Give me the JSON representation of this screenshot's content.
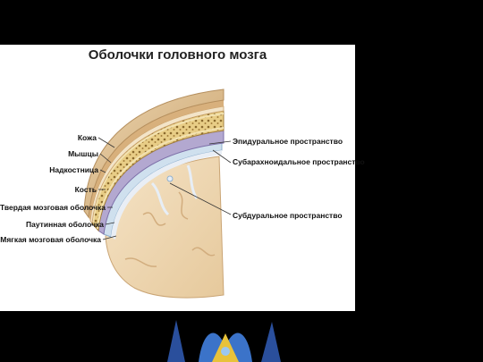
{
  "title": "Оболочки головного мозга",
  "left_labels": [
    "Кожа",
    "Мышцы",
    "Надкостница",
    "Кость",
    "Твердая мозговая оболочка",
    "Паутинная  оболочка",
    "Мягкая мозговая оболочка"
  ],
  "right_labels": [
    "Эпидуральное пространство",
    "Субарахноидальное пространство",
    "Субдуральное пространство"
  ],
  "colors": {
    "skin": "#d9b98a",
    "bone_spongy": "#e6c97a",
    "dura": "#b3a8d0",
    "brain": "#f0d9b5",
    "background": "#000000",
    "slide": "#ffffff"
  }
}
